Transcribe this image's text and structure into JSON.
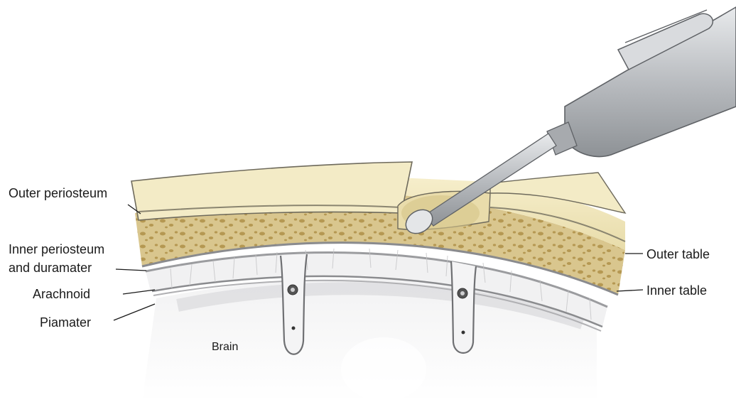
{
  "labels": {
    "outer_periosteum": "Outer periosteum",
    "inner_periosteum_line1": "Inner periosteum",
    "inner_periosteum_line2": "and duramater",
    "arachnoid": "Arachnoid",
    "piamater": "Piamater",
    "brain": "Brain",
    "outer_table": "Outer table",
    "inner_table": "Inner table"
  },
  "colors": {
    "outer_table": "#f0e6bf",
    "diploe": "#d8c48a",
    "diploe_spots": "#b89a52",
    "dura": "#b9b9bb",
    "arachnoid_space": "#ededee",
    "brain": "#e6e6e8",
    "instrument": "#bfc2c6",
    "outline": "#5a5a5a"
  },
  "icons": [
    "bone-drill-icon"
  ]
}
